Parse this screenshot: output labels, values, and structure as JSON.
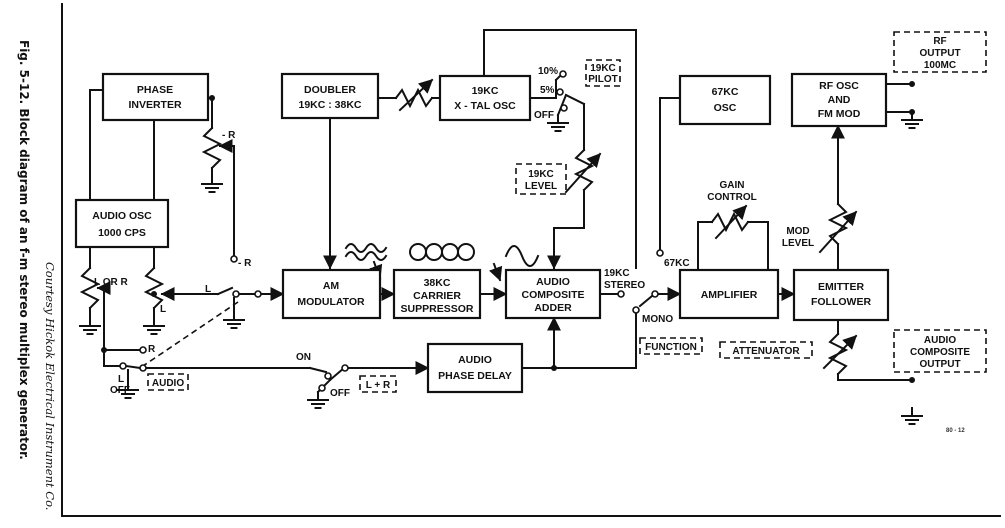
{
  "caption": {
    "figure": "Fig. 5-12. Block diagram of an f-m stereo multiplex generator.",
    "courtesy": "Courtesy Hickok Electrical Instrument Co."
  },
  "blocks": {
    "phase_inverter": [
      "PHASE",
      "INVERTER"
    ],
    "audio_osc": [
      "AUDIO OSC",
      "1000 CPS"
    ],
    "doubler": [
      "DOUBLER",
      "19KC : 38KC"
    ],
    "xtal_osc": [
      "19KC",
      "X - TAL OSC"
    ],
    "osc67": [
      "67KC",
      "OSC"
    ],
    "rf_osc": [
      "RF OSC",
      "AND",
      "FM MOD"
    ],
    "am_modulator": [
      "AM",
      "MODULATOR"
    ],
    "carrier_suppressor": [
      "38KC",
      "CARRIER",
      "SUPPRESSOR"
    ],
    "composite_adder": [
      "AUDIO",
      "COMPOSITE",
      "ADDER"
    ],
    "amplifier": [
      "AMPLIFIER"
    ],
    "emitter_follower": [
      "EMITTER",
      "FOLLOWER"
    ],
    "audio_phase_delay": [
      "AUDIO",
      "PHASE DELAY"
    ]
  },
  "tags": {
    "rf_output": [
      "RF",
      "OUTPUT",
      "100MC"
    ],
    "pilot": [
      "19KC",
      "PILOT"
    ],
    "level19": [
      "19KC",
      "LEVEL"
    ],
    "function": "FUNCTION",
    "attenuator": "ATTENUATOR",
    "audio_comp_out": [
      "AUDIO",
      "COMPOSITE",
      "OUTPUT"
    ],
    "audio": "AUDIO",
    "lr": "L + R"
  },
  "labels": {
    "minus_r1": "- R",
    "minus_r2": "- R",
    "l_or_r": "L OR R",
    "l_pot": "L",
    "l_switch": "L",
    "r_switch": "R",
    "l_off": "L",
    "off1": "OFF",
    "on": "ON",
    "off2": "OFF",
    "pct10": "10%",
    "pct5": "5%",
    "off3": "OFF",
    "gain": [
      "GAIN",
      "CONTROL"
    ],
    "kc67": "67KC",
    "stereo19": [
      "19KC",
      "STEREO"
    ],
    "mono": "MONO",
    "mod_level": [
      "MOD",
      "LEVEL"
    ],
    "fig_no": "80 - 12"
  }
}
